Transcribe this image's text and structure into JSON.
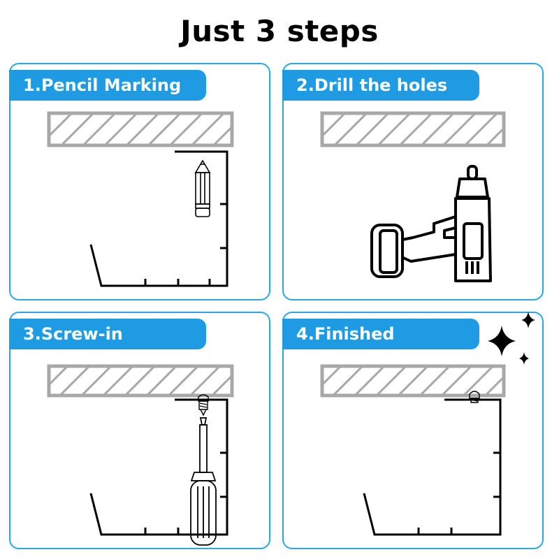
{
  "title": "Just 3 steps",
  "steps": [
    {
      "label": "1.Pencil Marking"
    },
    {
      "label": "2.Drill the holes"
    },
    {
      "label": "3.Screw-in"
    },
    {
      "label": "4.Finished"
    }
  ],
  "colors": {
    "accent": "#1e9be3",
    "border": "#29a8e6",
    "hatch": "#a8a8a8",
    "ink": "#000000"
  },
  "icons": [
    "pencil-icon",
    "drill-icon",
    "screwdriver-icon",
    "screw-icon",
    "sparkle-icon"
  ]
}
